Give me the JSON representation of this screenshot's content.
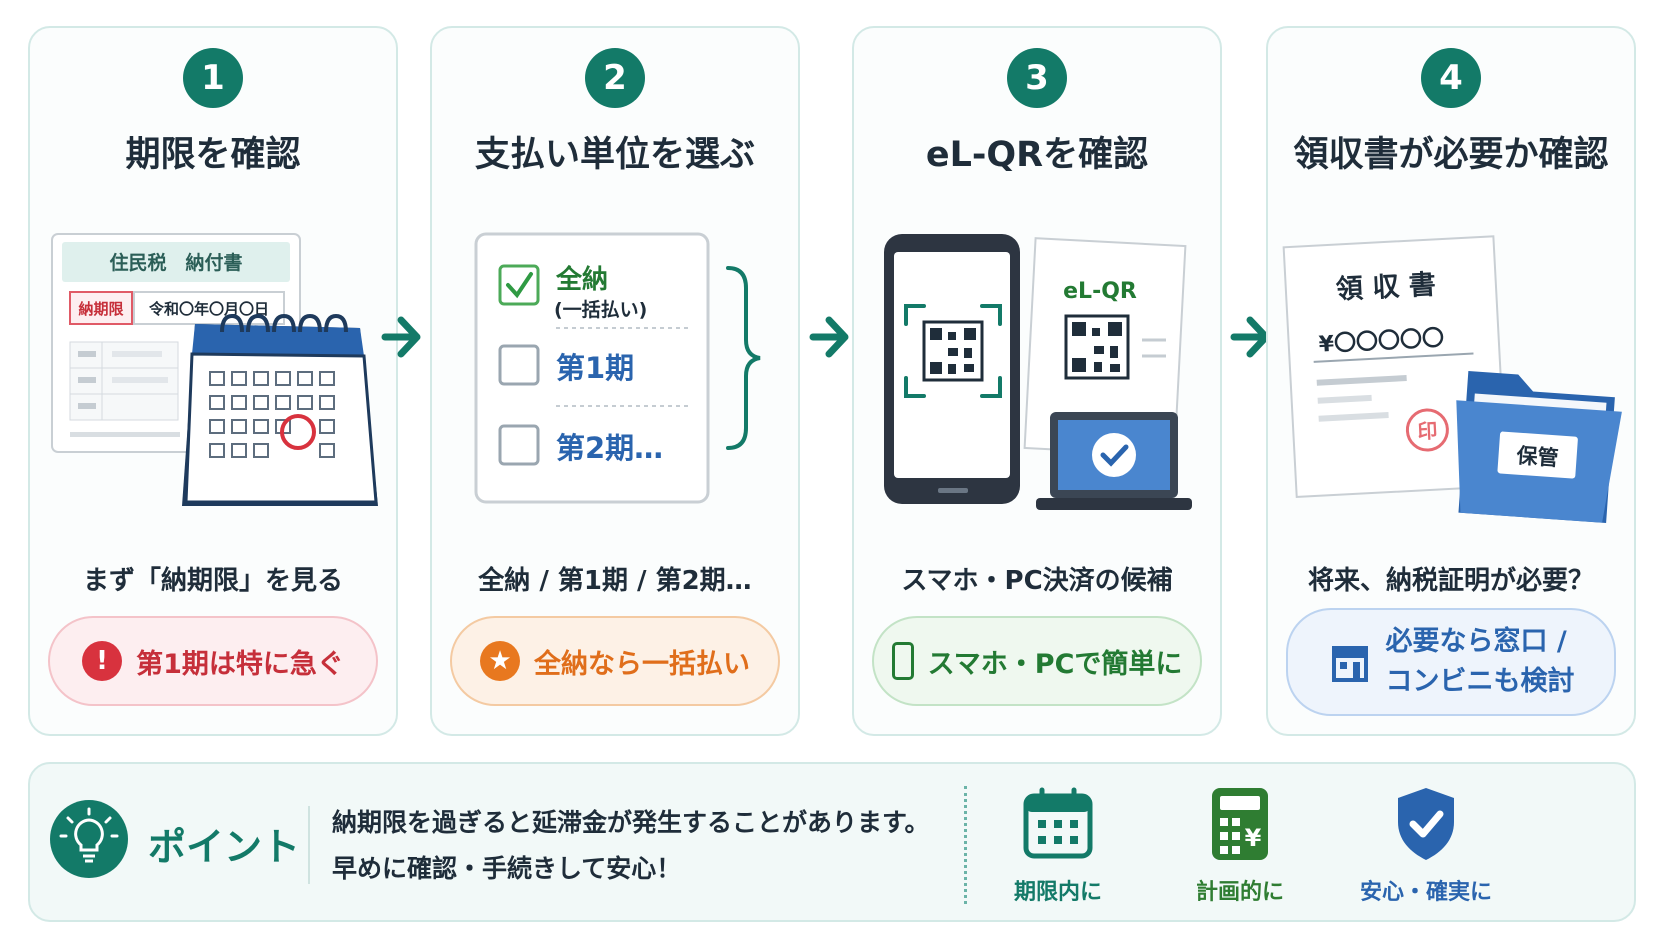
{
  "steps": [
    {
      "number": "1",
      "title": "期限を確認",
      "caption": "まず「納期限」を見る",
      "pill": "第1期は特に急ぐ",
      "illustration": {
        "doc_title": "住民税　納付書",
        "due_label": "納期限",
        "due_value": "令和〇年〇月〇日"
      }
    },
    {
      "number": "2",
      "title": "支払い単位を選ぶ",
      "caption": "全納 / 第1期 / 第2期…",
      "pill": "全納なら一括払い",
      "illustration": {
        "option1": "全納",
        "option1_sub": "(一括払い)",
        "option2": "第1期",
        "option3": "第2期…"
      }
    },
    {
      "number": "3",
      "title": "eL-QRを確認",
      "caption": "スマホ・PC決済の候補",
      "pill": "スマホ・PCで簡単に",
      "illustration": {
        "paper_label": "eL-QR"
      }
    },
    {
      "number": "4",
      "title": "領収書が必要か確認",
      "caption": "将来、納税証明が必要？",
      "pill_line1": "必要なら窓口 /",
      "pill_line2": "コンビニも検討",
      "illustration": {
        "receipt_title": "領 収 書",
        "amount": "¥〇〇〇〇〇",
        "stamp": "印",
        "folder_label": "保管"
      }
    }
  ],
  "point": {
    "label": "ポイント",
    "line1": "納期限を過ぎると延滞金が発生することがあります。",
    "line2": "早めに確認・手続きして安心！",
    "badges": [
      {
        "icon": "calendar-icon",
        "label": "期限内に",
        "color": "#137a68"
      },
      {
        "icon": "calculator-icon",
        "label": "計画的に",
        "color": "#2f7d32"
      },
      {
        "icon": "shield-check-icon",
        "label": "安心・確実に",
        "color": "#2a64ae"
      }
    ]
  },
  "colors": {
    "accent": "#137a68",
    "red": "#c62f3a",
    "orange": "#e06e1b",
    "green": "#237a33",
    "blue": "#2a64ae"
  }
}
